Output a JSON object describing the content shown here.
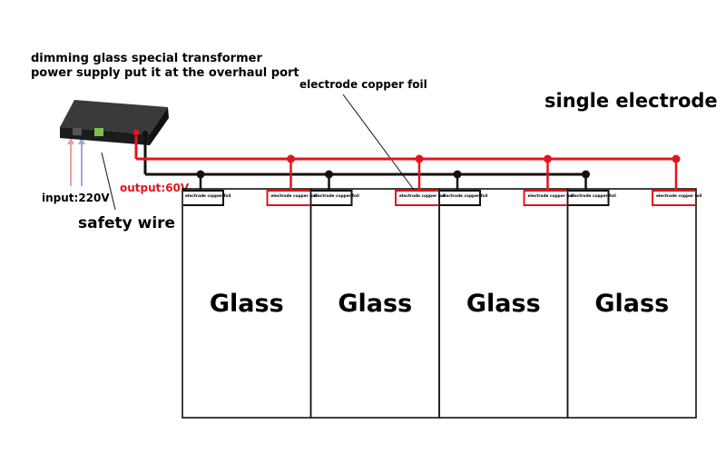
{
  "texts": {
    "transformer_line1": "dimming glass special transformer",
    "transformer_line2": "power supply put it at the overhaul port",
    "electrode_copper_foil": "electrode copper foil",
    "single_electrode": "single electrode",
    "output": "output:60V",
    "input": "input:220V",
    "safety_wire": "safety wire",
    "foil_tag": "electrode copper foil"
  },
  "panels": [
    {
      "label": "Glass"
    },
    {
      "label": "Glass"
    },
    {
      "label": "Glass"
    },
    {
      "label": "Glass"
    }
  ],
  "colors": {
    "red_wire": "#e4141e",
    "black_wire": "#111111",
    "output_text": "#e4141e",
    "input_arrow_red": "#e8a0a0",
    "input_arrow_blue": "#a0a8d8",
    "transformer_body": "#1c1c1c",
    "transformer_terminal": "#7bbf4a"
  }
}
